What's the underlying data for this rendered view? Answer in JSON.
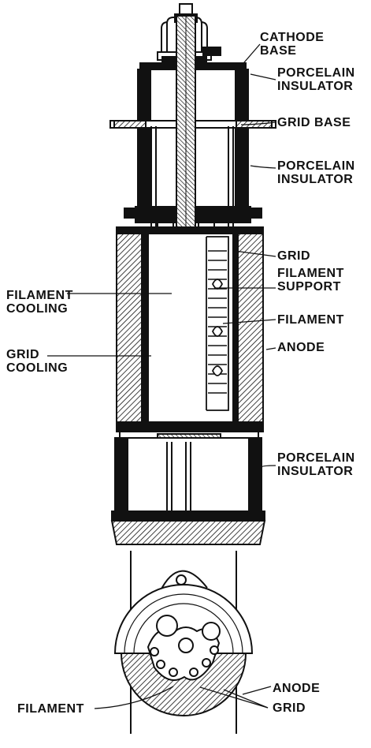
{
  "labels": {
    "cathode_base": "CATHODE\nBASE",
    "porcelain_insulator_1": "PORCELAIN\nINSULATOR",
    "grid_base": "GRID BASE",
    "porcelain_insulator_2": "PORCELAIN\nINSULATOR",
    "grid": "GRID",
    "filament_support": "FILAMENT\nSUPPORT",
    "filament_cooling": "FILAMENT\nCOOLING",
    "filament": "FILAMENT",
    "grid_cooling": "GRID\nCOOLING",
    "anode": "ANODE",
    "porcelain_insulator_3": "PORCELAIN\nINSULATOR",
    "section_anode": "ANODE",
    "section_filament": "FILAMENT",
    "section_grid": "GRID"
  },
  "colors": {
    "ink": "#111111",
    "paper": "#ffffff"
  }
}
